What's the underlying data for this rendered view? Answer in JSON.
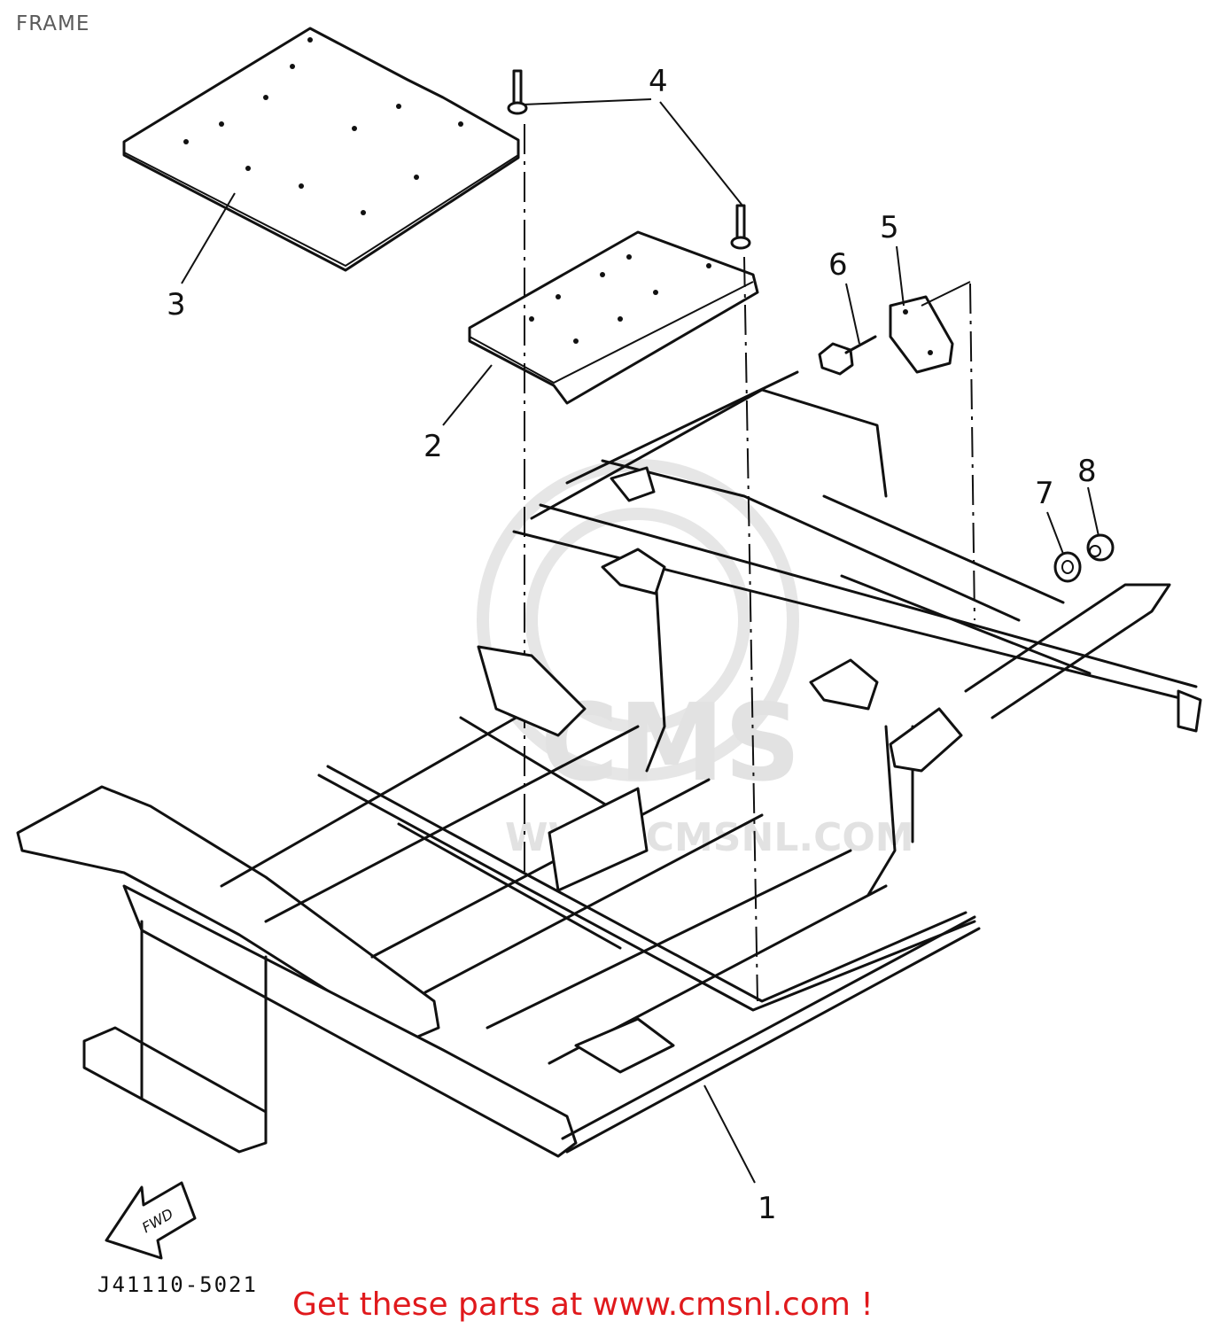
{
  "header": {
    "title": "FRAME"
  },
  "callouts": [
    {
      "id": "1",
      "label": "1"
    },
    {
      "id": "2",
      "label": "2"
    },
    {
      "id": "3",
      "label": "3"
    },
    {
      "id": "4",
      "label": "4"
    },
    {
      "id": "5",
      "label": "5"
    },
    {
      "id": "6",
      "label": "6"
    },
    {
      "id": "7",
      "label": "7"
    },
    {
      "id": "8",
      "label": "8"
    }
  ],
  "direction_arrow": {
    "label": "FWD"
  },
  "watermark": {
    "brand": "CMS",
    "url": "WWW.CMSNL.COM"
  },
  "drawing_code": "J41110-5021",
  "footer": {
    "cta": "Get these parts at www.cmsnl.com !",
    "color": "#e0191c"
  }
}
